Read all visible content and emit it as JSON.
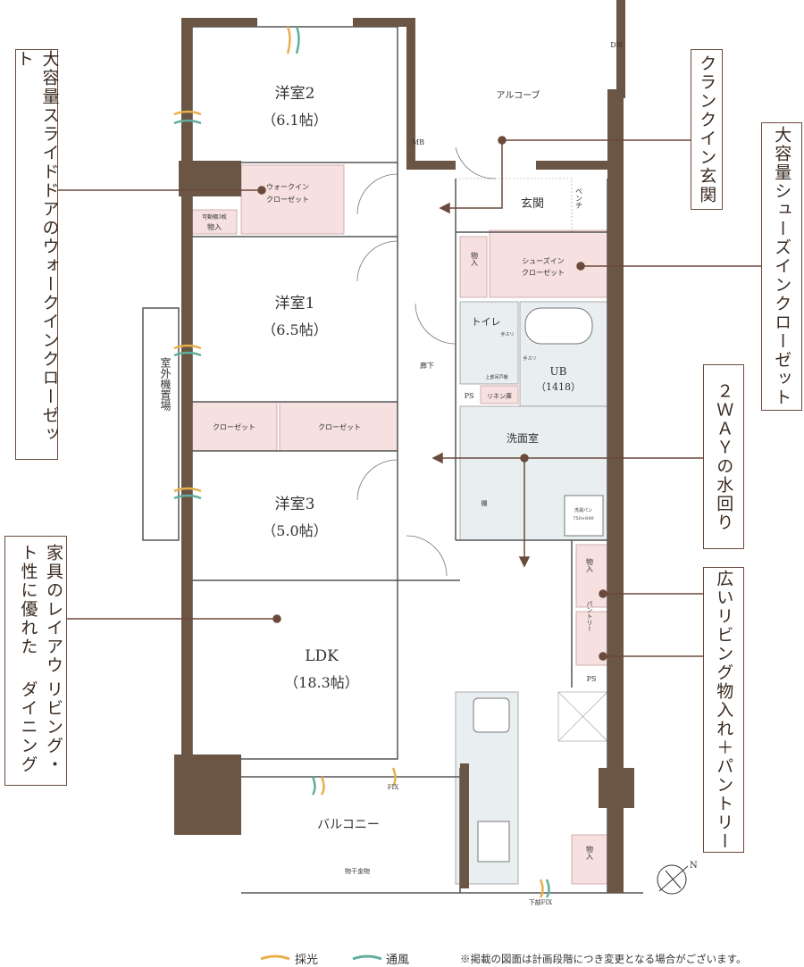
{
  "colors": {
    "wall": "#6b5544",
    "closet": "#f6e0e0",
    "wet": "#e9eff0",
    "callout_border": "#6b4a3a",
    "light": "#e8b04a",
    "wind": "#5fae9f"
  },
  "rooms": {
    "western2": {
      "name": "洋室2",
      "size": "（6.1帖）"
    },
    "western1": {
      "name": "洋室1",
      "size": "（6.5帖）"
    },
    "western3": {
      "name": "洋室3",
      "size": "（5.0帖）"
    },
    "ldk": {
      "name": "LDK",
      "size": "（18.3帖）"
    },
    "wic": {
      "line1": "ウォークイン",
      "line2": "クローゼット"
    },
    "storage_small": {
      "line1": "可動棚3枚",
      "line2": "物入"
    },
    "closet_a": "クローゼット",
    "closet_b": "クローゼット",
    "hallway": "廊下",
    "entrance": "玄関",
    "bench": "ベンチ",
    "alcove": "アルコーブ",
    "mb": "MB",
    "dn": "DN",
    "storage_entry": "物入",
    "shoe_closet": {
      "line1": "シューズイン",
      "line2": "クローゼット"
    },
    "toilet": "トイレ",
    "handrail1": "手スリ",
    "handrail2": "手スリ",
    "upper_shelf": "上部吊戸棚",
    "ub": {
      "line1": "UB",
      "line2": "（1418）"
    },
    "ps1": "PS",
    "linen": "リネン庫",
    "washroom": "洗面室",
    "shelf": "棚",
    "washpan": {
      "line1": "洗濯パン",
      "line2": "750×640"
    },
    "storage_living": "物入",
    "pantry": "パントリー",
    "ps2": "PS",
    "outdoor_unit": "室外機置場",
    "balcony": "バルコニー",
    "fix": "FIX",
    "drying": "物干金物",
    "lower_fix": "下部FIX",
    "storage_bottom": "物入"
  },
  "callouts": {
    "wic": "大容量スライドドアのウォークインクローゼット",
    "crank": "クランクイン玄関",
    "shoe": "大容量シューズインクローゼット",
    "water": "２ＷＡＹの水回り",
    "pantry": "広いリビング物入れ＋パントリー",
    "living1": "家具のレイアウト性に優れた",
    "living2": "リビング・ダイニング"
  },
  "legend": {
    "light": "採光",
    "wind": "通風",
    "note": "※掲載の図面は計画段階につき変更となる場合がございます。"
  },
  "compass": "N"
}
